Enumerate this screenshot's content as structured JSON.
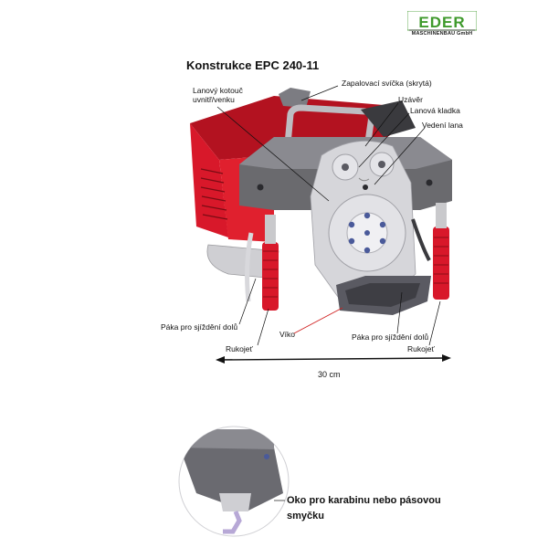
{
  "logo": {
    "brand": "EDER",
    "subtitle": "MASCHINENBAU GmbH",
    "brand_color": "#3f9a2c"
  },
  "title": "Konstrukce EPC 240-11",
  "labels": {
    "spark_plug": "Zapalovací svíčka (skrytá)",
    "rope_reel_line1": "Lanový kotouč",
    "rope_reel_line2": "uvnitř/venku",
    "lock": "Uzávěr",
    "rope_pulley": "Lanová kladka",
    "rope_guide": "Vedení lana",
    "lowering_lever_left": "Páka pro sjíždění dolů",
    "handle_left": "Rukojeť",
    "cover": "Víko",
    "lowering_lever_right": "Páka pro sjíždění dolů",
    "handle_right": "Rukojeť",
    "dimension": "30 cm"
  },
  "detail": {
    "eye_label_line1": "Oko pro karabinu nebo pásovou",
    "eye_label_line2": "smyčku"
  },
  "colors": {
    "engine_red": "#d8182a",
    "housing_grey": "#6a6a6e",
    "cover_grey": "#5a5a62",
    "silver": "#c9c9cc",
    "callout_red": "#d02020"
  }
}
